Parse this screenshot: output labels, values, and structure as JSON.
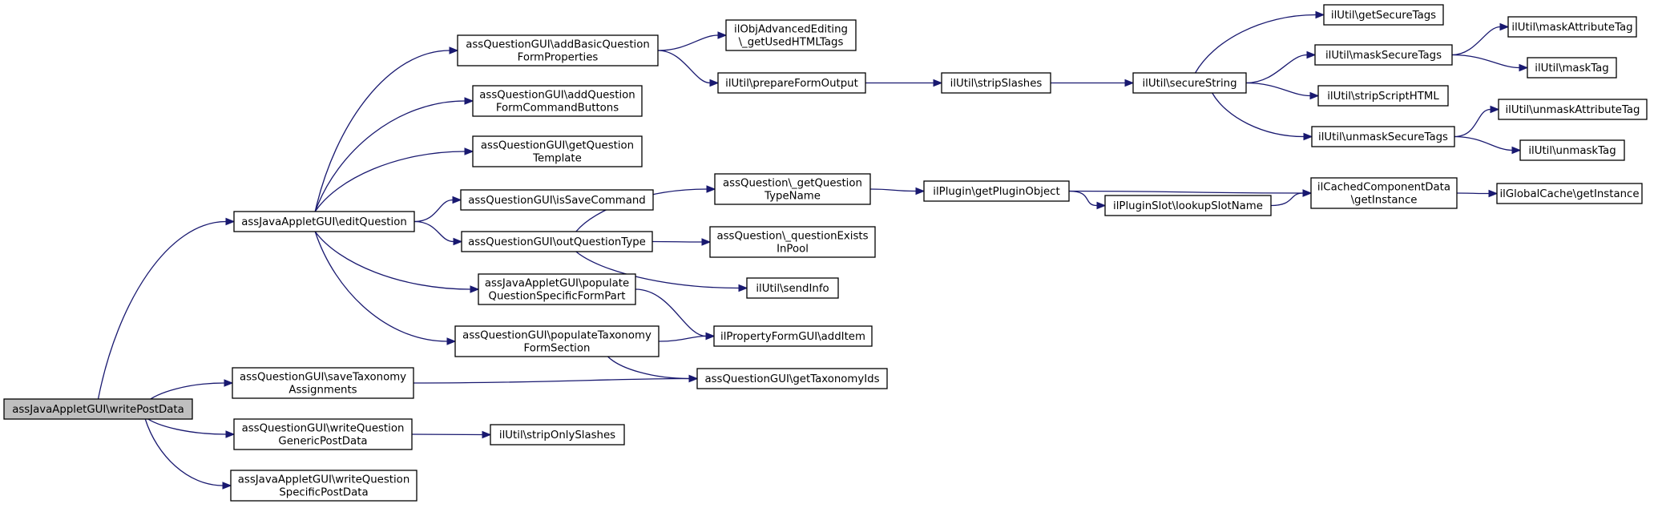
{
  "colors": {
    "edge": "#191970",
    "node_fill": "#ffffff",
    "root_fill": "#bfbfbf",
    "node_border": "#000000"
  },
  "nodes": {
    "n0": {
      "lines": [
        "assJavaAppletGUI\\writePostData"
      ]
    },
    "n1": {
      "lines": [
        "assJavaAppletGUI\\editQuestion"
      ]
    },
    "n2": {
      "lines": [
        "assQuestionGUI\\saveTaxonomy",
        "Assignments"
      ]
    },
    "n3": {
      "lines": [
        "assQuestionGUI\\writeQuestion",
        "GenericPostData"
      ]
    },
    "n4": {
      "lines": [
        "assJavaAppletGUI\\writeQuestion",
        "SpecificPostData"
      ]
    },
    "n5": {
      "lines": [
        "assQuestionGUI\\addBasicQuestion",
        "FormProperties"
      ]
    },
    "n6": {
      "lines": [
        "assQuestionGUI\\addQuestion",
        "FormCommandButtons"
      ]
    },
    "n7": {
      "lines": [
        "assQuestionGUI\\getQuestion",
        "Template"
      ]
    },
    "n8": {
      "lines": [
        "assQuestionGUI\\isSaveCommand"
      ]
    },
    "n9": {
      "lines": [
        "assQuestionGUI\\outQuestionType"
      ]
    },
    "n10": {
      "lines": [
        "assJavaAppletGUI\\populate",
        "QuestionSpecificFormPart"
      ]
    },
    "n11": {
      "lines": [
        "assQuestionGUI\\populateTaxonomy",
        "FormSection"
      ]
    },
    "n12": {
      "lines": [
        "ilObjAdvancedEditing",
        "\\_getUsedHTMLTags"
      ]
    },
    "n13": {
      "lines": [
        "ilUtil\\prepareFormOutput"
      ]
    },
    "n14": {
      "lines": [
        "assQuestion\\_getQuestion",
        "TypeName"
      ]
    },
    "n15": {
      "lines": [
        "assQuestion\\_questionExists",
        "InPool"
      ]
    },
    "n16": {
      "lines": [
        "ilUtil\\sendInfo"
      ]
    },
    "n17": {
      "lines": [
        "ilPropertyFormGUI\\addItem"
      ]
    },
    "n18": {
      "lines": [
        "assQuestionGUI\\getTaxonomyIds"
      ]
    },
    "n19": {
      "lines": [
        "ilUtil\\stripOnlySlashes"
      ]
    },
    "n20": {
      "lines": [
        "ilUtil\\stripSlashes"
      ]
    },
    "n21": {
      "lines": [
        "ilPlugin\\getPluginObject"
      ]
    },
    "n22": {
      "lines": [
        "ilUtil\\secureString"
      ]
    },
    "n23": {
      "lines": [
        "ilPluginSlot\\lookupSlotName"
      ]
    },
    "n24": {
      "lines": [
        "ilCachedComponentData",
        "\\getInstance"
      ]
    },
    "n25": {
      "lines": [
        "ilUtil\\getSecureTags"
      ]
    },
    "n26": {
      "lines": [
        "ilUtil\\maskSecureTags"
      ]
    },
    "n27": {
      "lines": [
        "ilUtil\\stripScriptHTML"
      ]
    },
    "n28": {
      "lines": [
        "ilUtil\\unmaskSecureTags"
      ]
    },
    "n29": {
      "lines": [
        "ilGlobalCache\\getInstance"
      ]
    },
    "n30": {
      "lines": [
        "ilUtil\\maskAttributeTag"
      ]
    },
    "n31": {
      "lines": [
        "ilUtil\\maskTag"
      ]
    },
    "n32": {
      "lines": [
        "ilUtil\\unmaskAttributeTag"
      ]
    },
    "n33": {
      "lines": [
        "ilUtil\\unmaskTag"
      ]
    }
  },
  "edges": [
    [
      "n0",
      "n1"
    ],
    [
      "n0",
      "n2"
    ],
    [
      "n0",
      "n3"
    ],
    [
      "n0",
      "n4"
    ],
    [
      "n1",
      "n5"
    ],
    [
      "n1",
      "n6"
    ],
    [
      "n1",
      "n7"
    ],
    [
      "n1",
      "n8"
    ],
    [
      "n1",
      "n9"
    ],
    [
      "n1",
      "n10"
    ],
    [
      "n1",
      "n11"
    ],
    [
      "n5",
      "n12"
    ],
    [
      "n5",
      "n13"
    ],
    [
      "n9",
      "n14"
    ],
    [
      "n9",
      "n15"
    ],
    [
      "n9",
      "n16"
    ],
    [
      "n10",
      "n17"
    ],
    [
      "n11",
      "n17"
    ],
    [
      "n11",
      "n18"
    ],
    [
      "n2",
      "n18"
    ],
    [
      "n3",
      "n19"
    ],
    [
      "n13",
      "n20"
    ],
    [
      "n20",
      "n22"
    ],
    [
      "n14",
      "n21"
    ],
    [
      "n21",
      "n24"
    ],
    [
      "n21",
      "n23"
    ],
    [
      "n23",
      "n24"
    ],
    [
      "n24",
      "n29"
    ],
    [
      "n22",
      "n25"
    ],
    [
      "n22",
      "n26"
    ],
    [
      "n22",
      "n27"
    ],
    [
      "n22",
      "n28"
    ],
    [
      "n26",
      "n30"
    ],
    [
      "n26",
      "n31"
    ],
    [
      "n28",
      "n32"
    ],
    [
      "n28",
      "n33"
    ]
  ]
}
